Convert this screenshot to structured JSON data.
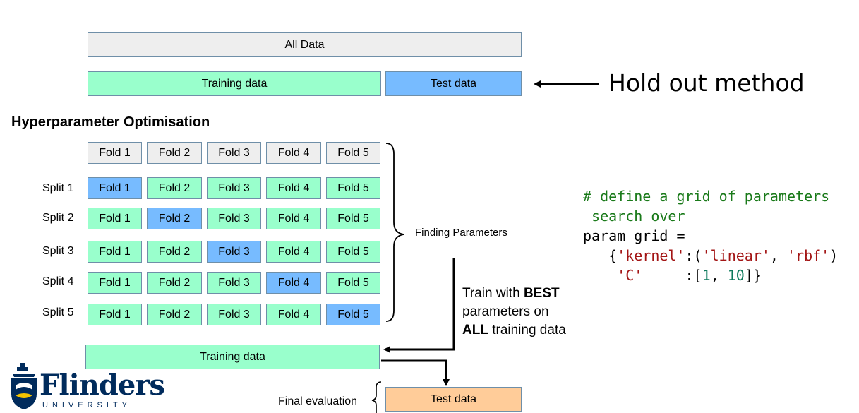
{
  "holdout": {
    "all_data": "All Data",
    "training": "Training data",
    "test": "Test data",
    "method_label": "Hold out method"
  },
  "hyper": {
    "title": "Hyperparameter Optimisation",
    "folds": [
      "Fold 1",
      "Fold 2",
      "Fold 3",
      "Fold 4",
      "Fold 5"
    ],
    "splits": [
      "Split 1",
      "Split 2",
      "Split 3",
      "Split 4",
      "Split 5"
    ],
    "finding": "Finding Parameters",
    "train_note": {
      "l1a": "Train with ",
      "l1b": "BEST",
      "l2": "parameters on",
      "l3a": "ALL",
      "l3b": " training data"
    },
    "final_training": "Training data",
    "final_eval": "Final evaluation",
    "final_test": "Test data"
  },
  "code": {
    "comment1": "# define a grid of parameters",
    "comment2": " search over",
    "line3": "param_grid =",
    "line4_open": "   {",
    "kernel_key": "'kernel'",
    "colon_paren": ":(",
    "linear": "'linear'",
    "comma": ", ",
    "rbf": "'rbf'",
    "close_paren": ")",
    "line5_indent": "    ",
    "c_key": "'C'",
    "c_sep": "     :[",
    "one": "1",
    "comma2": ", ",
    "ten": "10",
    "close": "]}"
  },
  "logo": {
    "name": "Flinders",
    "sub": "UNIVERSITY"
  },
  "colors": {
    "gray": "#eeeeee",
    "green": "#99ffcc",
    "blue": "#77bbff",
    "orange": "#ffcc99"
  }
}
